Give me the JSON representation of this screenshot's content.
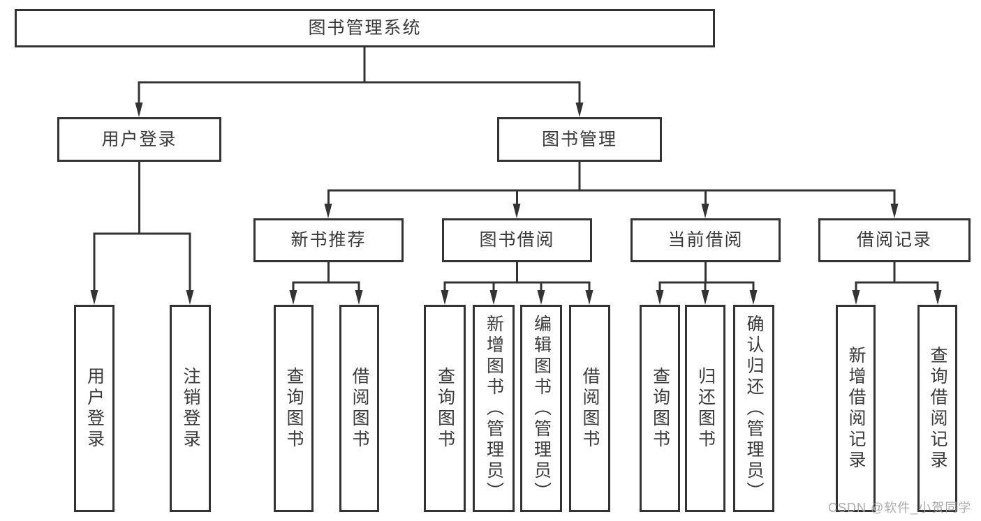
{
  "diagram": {
    "root": "图书管理系统",
    "branches": [
      {
        "label": "用户登录",
        "children": [
          "用户登录",
          "注销登录"
        ]
      },
      {
        "label": "图书管理",
        "groups": [
          {
            "label": "新书推荐",
            "children": [
              "查询图书",
              "借阅图书"
            ]
          },
          {
            "label": "图书借阅",
            "children": [
              "查询图书",
              "新增图书（管理员）",
              "编辑图书（管理员）",
              "借阅图书"
            ]
          },
          {
            "label": "当前借阅",
            "children": [
              "查询图书",
              "归还图书",
              "确认归还（管理员）"
            ]
          },
          {
            "label": "借阅记录",
            "children": [
              "新增借阅记录",
              "查询借阅记录"
            ]
          }
        ]
      }
    ]
  },
  "watermark": "CSDN @软件_小贺同学",
  "colors": {
    "line": "#333333",
    "text": "#3a3a3a",
    "watermark": "#a5a5a5",
    "background": "#ffffff"
  }
}
